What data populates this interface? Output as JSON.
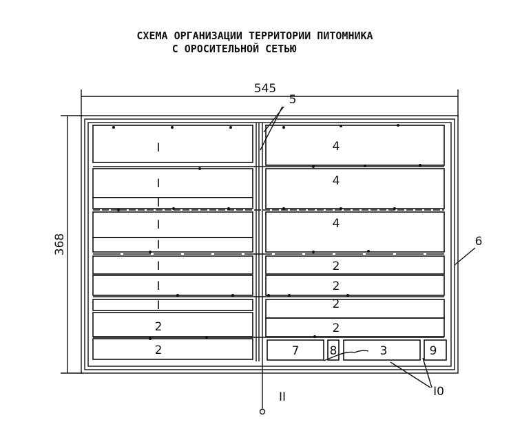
{
  "title": {
    "line1": "СХЕМА ОРГАНИЗАЦИИ ТЕРРИТОРИИ ПИТОМНИКА",
    "line2": "С ОРОСИТЕЛЬНОЙ СЕТЬЮ"
  },
  "dimensions": {
    "width": "545",
    "height": "368"
  },
  "callouts": {
    "c5": "5",
    "c6": "6",
    "c10": "I0",
    "c11": "II"
  },
  "left_plots": [
    "I",
    "I",
    "I",
    "I",
    "I",
    "I",
    "I",
    "I",
    "2",
    "2"
  ],
  "right_plots": [
    "4",
    "4",
    "4",
    "2",
    "2",
    "2",
    "2"
  ],
  "bottom_plots": [
    "7",
    "8",
    "3",
    "9"
  ]
}
